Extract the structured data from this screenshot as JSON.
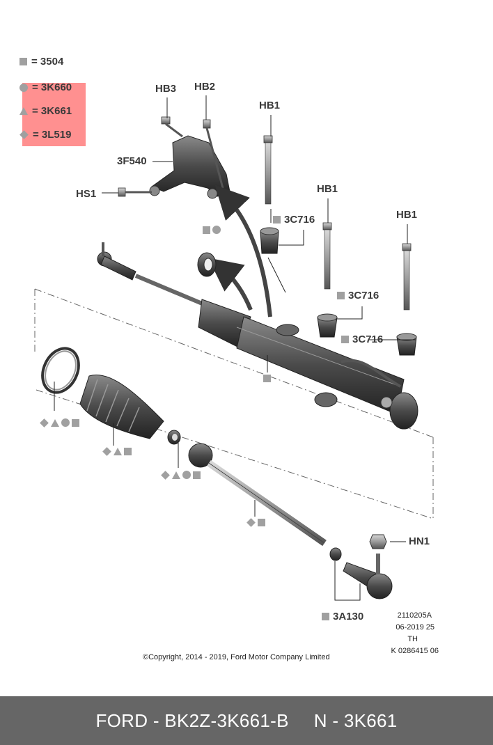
{
  "legend": [
    {
      "symbol": "square-icon",
      "text": "= 3504"
    },
    {
      "symbol": "circle-icon",
      "text": "= 3K660"
    },
    {
      "symbol": "triangle-icon",
      "text": "= 3K661"
    },
    {
      "symbol": "diamond-icon",
      "text": "= 3L519"
    }
  ],
  "highlight_color": "#ff4646",
  "labels": {
    "hb3": "HB3",
    "hb2": "HB2",
    "hb1_a": "HB1",
    "hb1_b": "HB1",
    "hb1_c": "HB1",
    "bracket": "3F540",
    "hs1": "HS1",
    "bushing_a": "3C716",
    "bushing_b": "3C716",
    "bushing_c": "3C716",
    "hn1": "HN1",
    "tie_rod_end": "3A130"
  },
  "symbol_groups": {
    "seal": [
      "square-icon",
      "circle-icon"
    ],
    "rack": [
      "square-icon"
    ],
    "clamp": [
      "diamond-icon",
      "triangle-icon",
      "circle-icon",
      "square-icon"
    ],
    "boot": [
      "diamond-icon",
      "triangle-icon",
      "square-icon"
    ],
    "ring": [
      "diamond-icon",
      "triangle-icon",
      "circle-icon",
      "square-icon"
    ],
    "inner_tie_rod": [
      "diamond-icon",
      "square-icon"
    ]
  },
  "stamp": {
    "line1": "2110205A",
    "line2": "06-2019 25",
    "line3": "TH",
    "line4": "K 0286415 06"
  },
  "copyright": "©Copyright, 2014 - 2019, Ford Motor Company Limited",
  "footer": {
    "part": "FORD - BK2Z-3K661-B",
    "number": "N - 3K661"
  }
}
